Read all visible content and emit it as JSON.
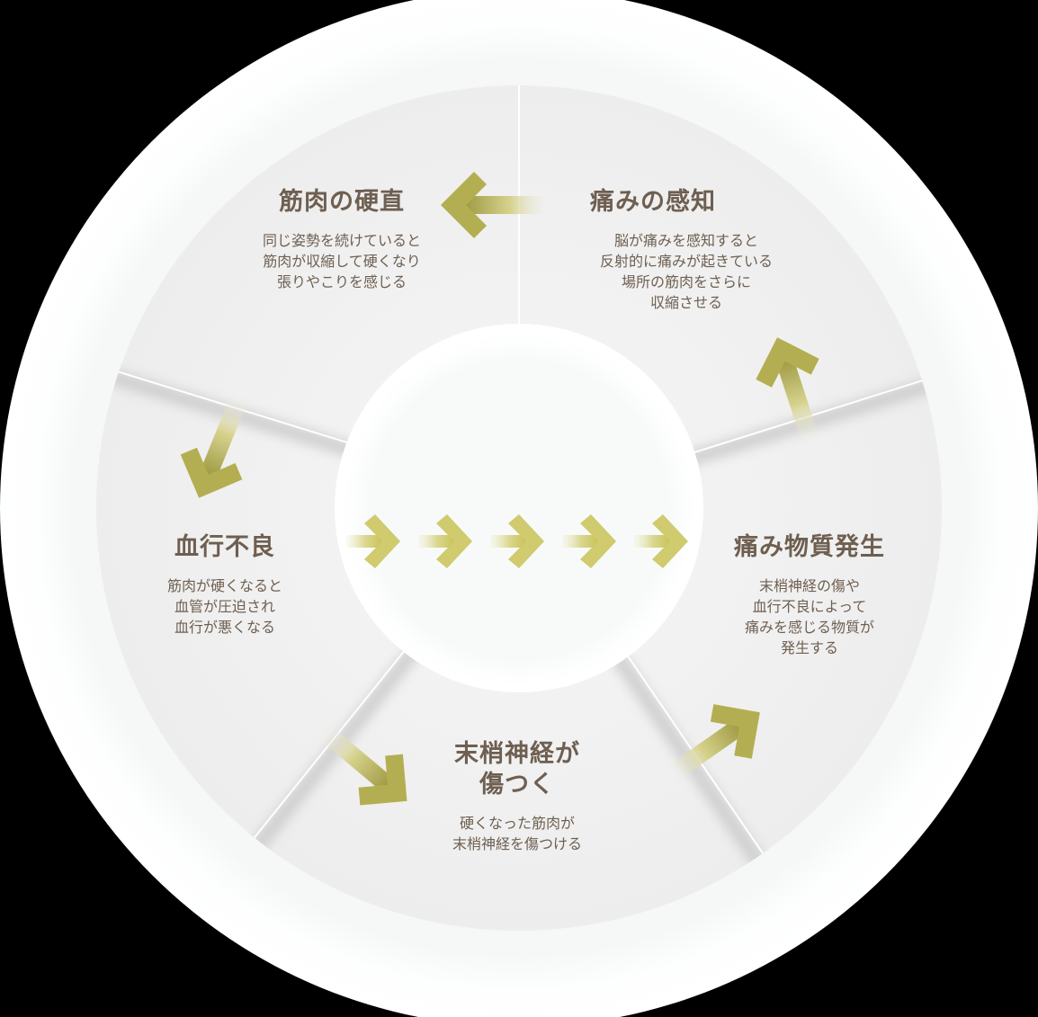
{
  "diagram": {
    "colors": {
      "background": "#000000",
      "outer_ring": "#fbfcfc",
      "segment": "#f0f0f0",
      "center_disc": "#f8fafa",
      "text": "#6e5f51",
      "arrow_dark": "#a9a347",
      "arrow_light": "#d8d48a"
    },
    "cycle_steps": [
      {
        "id": "muscle-stiffness",
        "title_lines": [
          "筋肉の硬直"
        ],
        "desc_lines": [
          "同じ姿勢を続けていると",
          "筋肉が収縮して硬くなり",
          "張りやこりを感じる"
        ]
      },
      {
        "id": "pain-perception",
        "title_lines": [
          "痛みの感知"
        ],
        "desc_lines": [
          "脳が痛みを感知すると",
          "反射的に痛みが起きている",
          "場所の筋肉をさらに",
          "収縮させる"
        ]
      },
      {
        "id": "pain-substance",
        "title_lines": [
          "痛み物質発生"
        ],
        "desc_lines": [
          "末梢神経の傷や",
          "血行不良によって",
          "痛みを感じる物質が",
          "発生する"
        ]
      },
      {
        "id": "nerve-damage",
        "title_lines": [
          "末梢神経が",
          "傷つく"
        ],
        "desc_lines": [
          "硬くなった筋肉が",
          "末梢神経を傷つける"
        ]
      },
      {
        "id": "poor-circulation",
        "title_lines": [
          "血行不良"
        ],
        "desc_lines": [
          "筋肉が硬くなると",
          "血管が圧迫され",
          "血行が悪くなる"
        ]
      }
    ],
    "center_arrows": {
      "count": 5,
      "icon": "right-arrow-icon"
    },
    "cycle_arrows": [
      {
        "icon": "arrow-left-icon",
        "from": "pain-perception",
        "to": "muscle-stiffness"
      },
      {
        "icon": "arrow-down-left-icon",
        "from": "muscle-stiffness",
        "to": "poor-circulation"
      },
      {
        "icon": "arrow-down-right-icon",
        "from": "poor-circulation",
        "to": "nerve-damage"
      },
      {
        "icon": "arrow-up-right-icon",
        "from": "nerve-damage",
        "to": "pain-substance"
      },
      {
        "icon": "arrow-up-icon",
        "from": "pain-substance",
        "to": "pain-perception"
      }
    ]
  }
}
